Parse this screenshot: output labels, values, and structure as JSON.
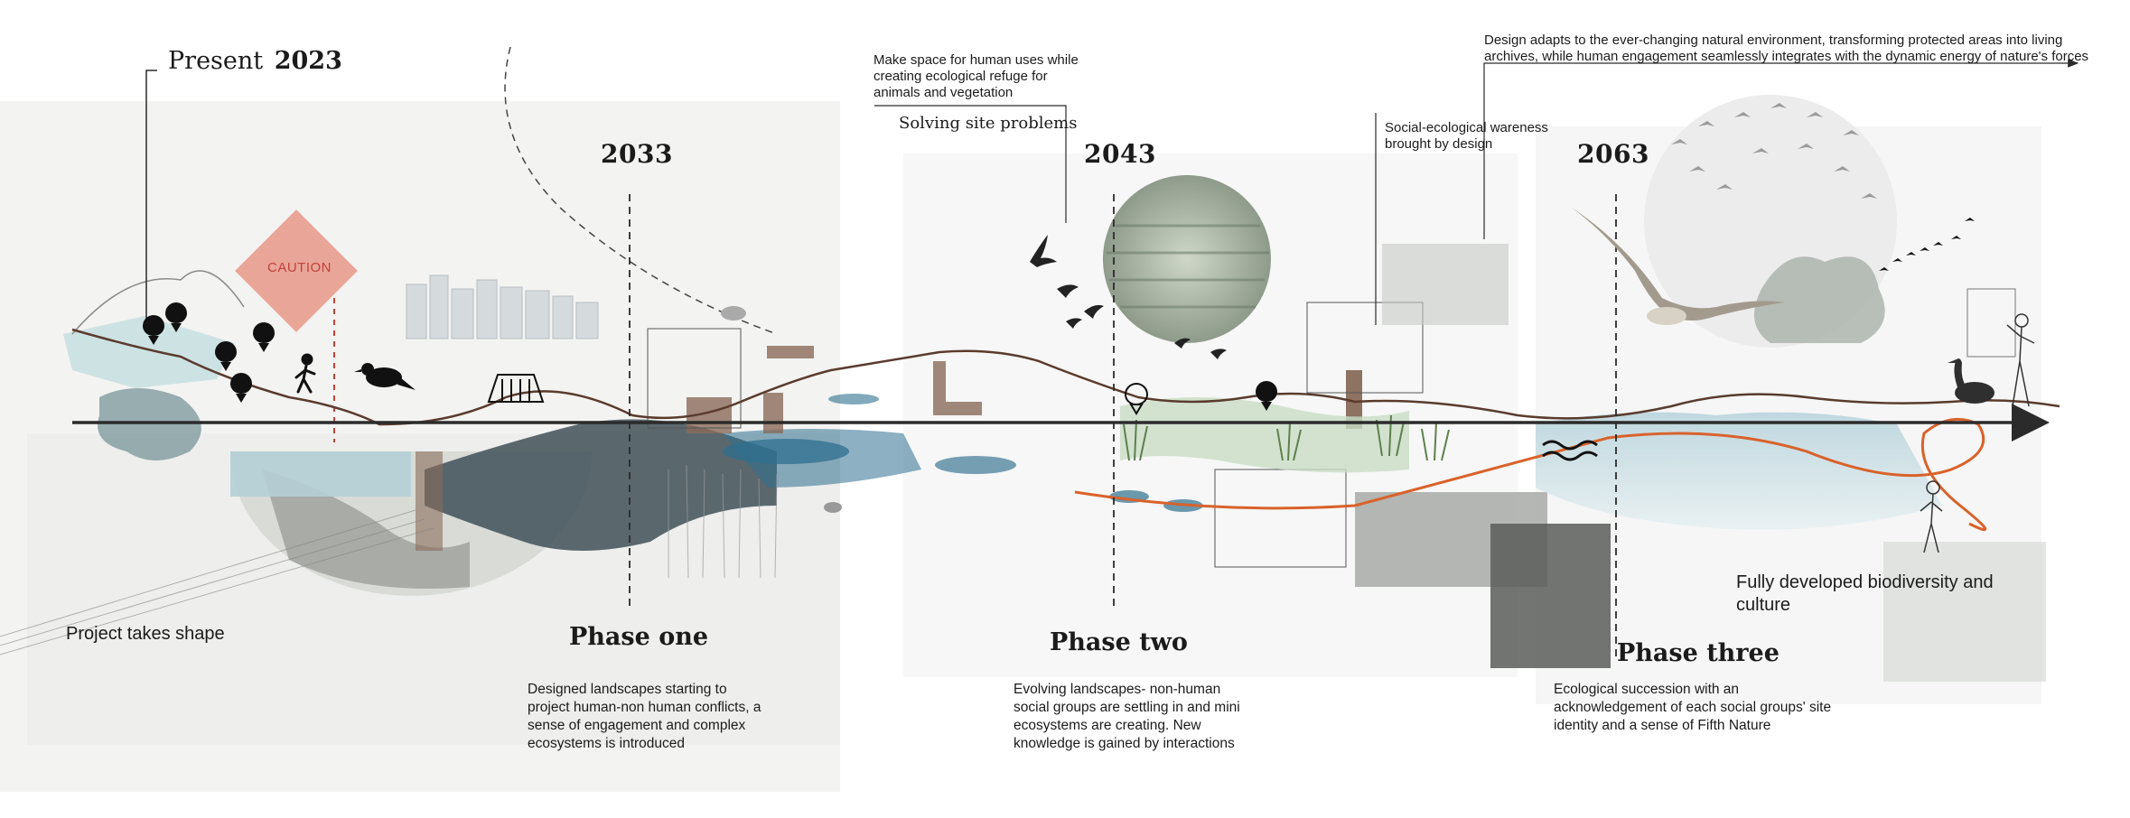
{
  "present_label": "Present",
  "present_year": "2023",
  "milestones": [
    {
      "year": "2033"
    },
    {
      "year": "2043"
    },
    {
      "year": "2063"
    }
  ],
  "phases": [
    {
      "title": "Phase one",
      "description": "Designed landscapes starting to project human-non human conflicts, a sense of engagement and complex ecosystems is introduced"
    },
    {
      "title": "Phase two",
      "description": "Evolving landscapes- non-human social groups are settling in and mini ecosystems are creating. New knowledge is gained by interactions"
    },
    {
      "title": "Phase three",
      "description": "Ecological succession with an acknowledgement of each social groups' site identity and a sense of Fifth Nature"
    }
  ],
  "notes": {
    "project_shape": "Project takes shape",
    "human_uses": "Make space for human uses while creating ecological refuge for animals and vegetation",
    "solving": "Solving site problems",
    "social_ecological": "Social-ecological wareness brought by design",
    "design_adapts": "Design adapts to the ever-changing natural environment, transforming protected areas into living archives, while human engagement seamlessly integrates with the dynamic energy of nature's forces",
    "fully_developed": "Fully developed biodiversity and culture"
  },
  "sign_text": "CAUTION",
  "icons": [
    "location-pin-icon",
    "walking-person-icon",
    "bird-icon",
    "seagull-icon",
    "heron-icon",
    "flock-icon",
    "wave-icon",
    "fence-icon",
    "hiker-icon"
  ],
  "colors": {
    "timeline": "#2b2b2b",
    "orange_path": "#d9622b",
    "red_dash": "#c0443a",
    "caution": "#e8968a",
    "water": "#2f6f8f"
  }
}
